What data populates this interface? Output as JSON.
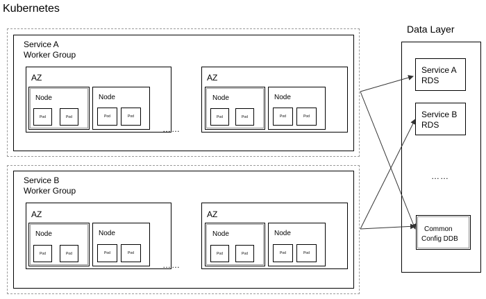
{
  "title": "Kubernetes",
  "data_layer": {
    "title": "Data Layer",
    "ellipsis": "……",
    "items": [
      {
        "line1": "Service A",
        "line2": "RDS"
      },
      {
        "line1": "Service B",
        "line2": "RDS"
      },
      {
        "line1": "Common",
        "line2": "Config DDB"
      }
    ]
  },
  "groups": [
    {
      "line1": "Service A",
      "line2": "Worker Group",
      "ellipsis": "……",
      "azs": [
        {
          "label": "AZ",
          "nodes": [
            {
              "label": "Node",
              "pods": [
                "Pod",
                "Pod"
              ]
            },
            {
              "label": "Node",
              "pods": [
                "Pod",
                "Pod"
              ]
            }
          ]
        },
        {
          "label": "AZ",
          "nodes": [
            {
              "label": "Node",
              "pods": [
                "Pod",
                "Pod"
              ]
            },
            {
              "label": "Node",
              "pods": [
                "Pod",
                "Pod"
              ]
            }
          ]
        }
      ]
    },
    {
      "line1": "Service B",
      "line2": "Worker Group",
      "ellipsis": "……",
      "azs": [
        {
          "label": "AZ",
          "nodes": [
            {
              "label": "Node",
              "pods": [
                "Pod",
                "Pod"
              ]
            },
            {
              "label": "Node",
              "pods": [
                "Pod",
                "Pod"
              ]
            }
          ]
        },
        {
          "label": "AZ",
          "nodes": [
            {
              "label": "Node",
              "pods": [
                "Pod",
                "Pod"
              ]
            },
            {
              "label": "Node",
              "pods": [
                "Pod",
                "Pod"
              ]
            }
          ]
        }
      ]
    }
  ]
}
